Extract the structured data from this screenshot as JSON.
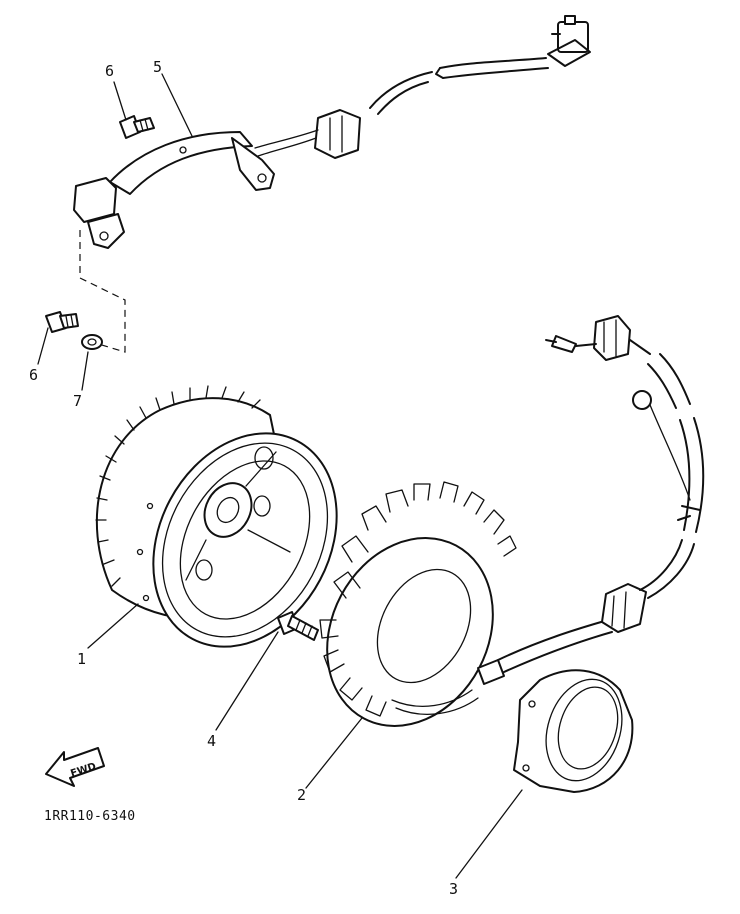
{
  "diagram": {
    "callouts": [
      {
        "id": "1",
        "text": "1"
      },
      {
        "id": "2",
        "text": "2"
      },
      {
        "id": "3",
        "text": "3"
      },
      {
        "id": "4",
        "text": "4"
      },
      {
        "id": "5",
        "text": "5"
      },
      {
        "id": "6a",
        "text": "6"
      },
      {
        "id": "6b",
        "text": "6"
      },
      {
        "id": "7",
        "text": "7"
      }
    ],
    "fwd_label": "FWD",
    "drawing_code": "1RR110-6340"
  }
}
